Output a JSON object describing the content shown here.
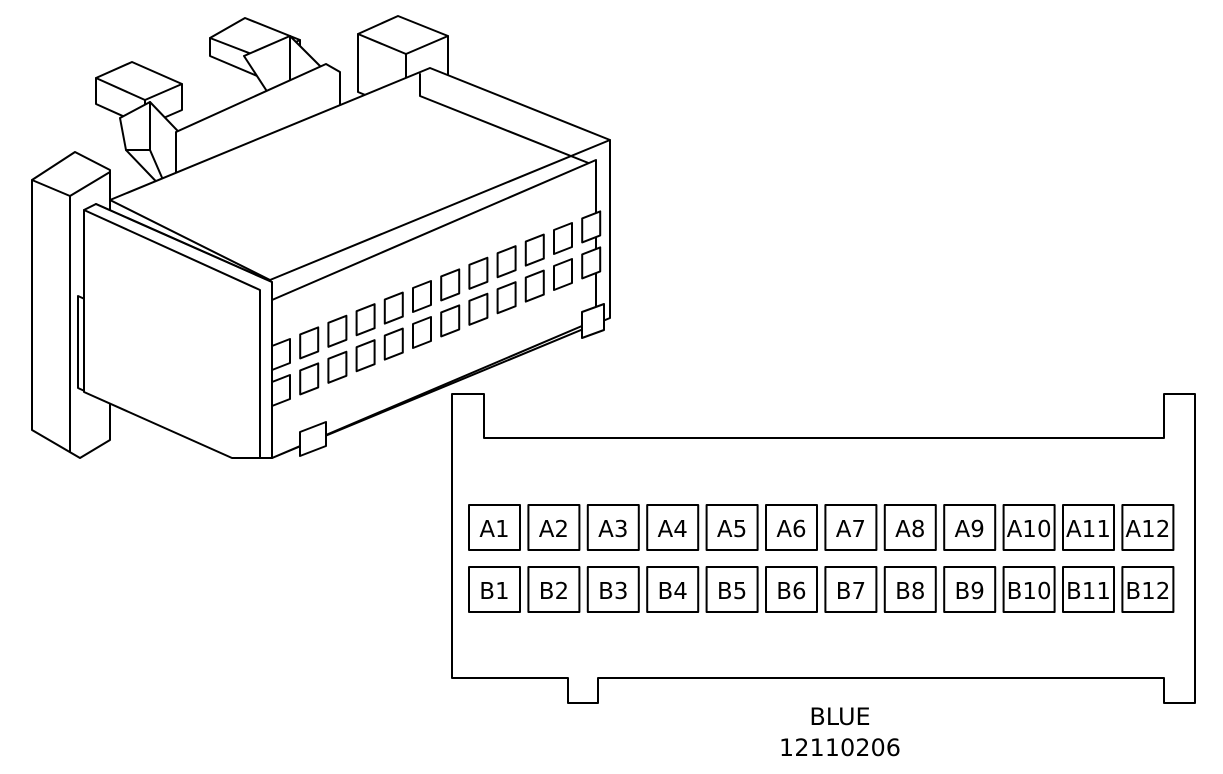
{
  "connector": {
    "color_name": "BLUE",
    "part_number": "12110206",
    "rows": [
      {
        "row": "A",
        "pins": [
          "A1",
          "A2",
          "A3",
          "A4",
          "A5",
          "A6",
          "A7",
          "A8",
          "A9",
          "A10",
          "A11",
          "A12"
        ]
      },
      {
        "row": "B",
        "pins": [
          "B1",
          "B2",
          "B3",
          "B4",
          "B5",
          "B6",
          "B7",
          "B8",
          "B9",
          "B10",
          "B11",
          "B12"
        ]
      }
    ]
  },
  "colors": {
    "line": "#000000",
    "background": "#ffffff"
  }
}
